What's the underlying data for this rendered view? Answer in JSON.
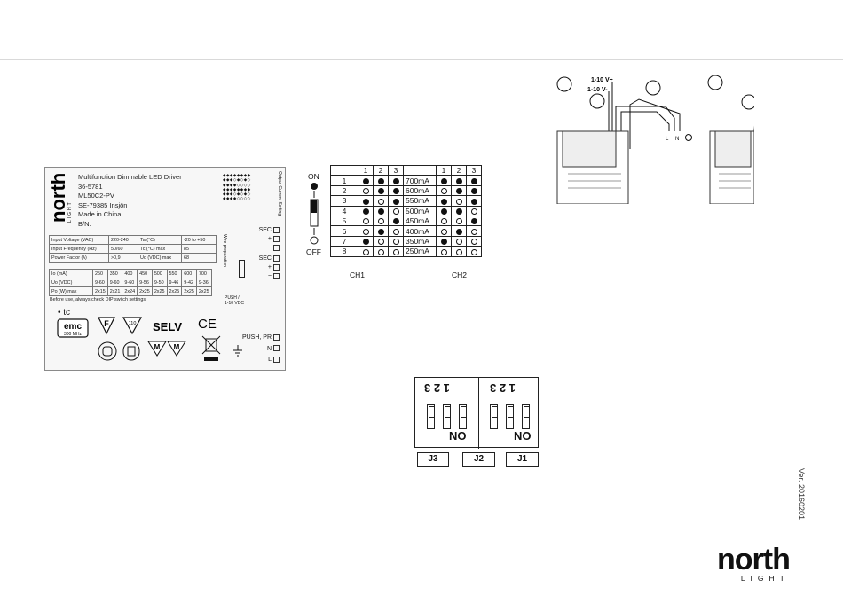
{
  "product": {
    "brand": "north",
    "brand_sub": "LIGHT",
    "title": "Multifunction Dimmable LED Driver",
    "art_no": "36-5781",
    "model": "ML50C2-PV",
    "address": "SE-79385 Insjön",
    "origin": "Made in China",
    "bn": "B/N:",
    "specs": [
      [
        "Input Voltage (VAC)",
        "220-240",
        "Ta (°C)",
        "-20 to +50"
      ],
      [
        "Input Frequency (Hz)",
        "50/60",
        "Tc (°C) max",
        "85"
      ],
      [
        "Power Factor (λ)",
        ">0,9",
        "Uo (VDC) max",
        "68"
      ]
    ],
    "outputs": [
      [
        "Io (mA)",
        "250",
        "350",
        "400",
        "450",
        "500",
        "550",
        "600",
        "700"
      ],
      [
        "Uo (VDC)",
        "9-60",
        "9-60",
        "9-60",
        "9-56",
        "9-50",
        "9-46",
        "9-42",
        "9-36"
      ],
      [
        "Po (W) max",
        "2x15",
        "2x21",
        "2x24",
        "2x25",
        "2x25",
        "2x25",
        "2x25",
        "2x25"
      ]
    ],
    "note": "Before use, always check DIP switch settings.",
    "tc": "tc",
    "emc": "emc",
    "emc_sub": "300 MHz",
    "f_mark": "F",
    "temp_mark": "110",
    "selv": "SELV",
    "ce": "CE",
    "mm": "M",
    "terminals": [
      "SEC",
      "+",
      "−",
      "SEC",
      "+",
      "−",
      "PUSH, PR",
      "N",
      "L"
    ],
    "push_label": "PUSH / 1-10 VDC",
    "ch_labels": [
      "CH2",
      "CH1"
    ],
    "output_setting": "Output Current Setting",
    "wire_prep": "Wire preparation"
  },
  "dip_table": {
    "header_left": [
      "1",
      "2",
      "3"
    ],
    "header_right": [
      "1",
      "2",
      "3"
    ],
    "on_label": "ON",
    "off_label": "OFF",
    "rows": [
      {
        "n": "1",
        "left": [
          1,
          1,
          1
        ],
        "ma": "700mA",
        "right": [
          1,
          1,
          1
        ]
      },
      {
        "n": "2",
        "left": [
          0,
          1,
          1
        ],
        "ma": "600mA",
        "right": [
          0,
          1,
          1
        ]
      },
      {
        "n": "3",
        "left": [
          1,
          0,
          1
        ],
        "ma": "550mA",
        "right": [
          1,
          0,
          1
        ]
      },
      {
        "n": "4",
        "left": [
          1,
          1,
          0
        ],
        "ma": "500mA",
        "right": [
          1,
          1,
          0
        ]
      },
      {
        "n": "5",
        "left": [
          0,
          0,
          1
        ],
        "ma": "450mA",
        "right": [
          0,
          0,
          1
        ]
      },
      {
        "n": "6",
        "left": [
          0,
          1,
          0
        ],
        "ma": "400mA",
        "right": [
          0,
          1,
          0
        ]
      },
      {
        "n": "7",
        "left": [
          1,
          0,
          0
        ],
        "ma": "350mA",
        "right": [
          1,
          0,
          0
        ]
      },
      {
        "n": "8",
        "left": [
          0,
          0,
          0
        ],
        "ma": "250mA",
        "right": [
          0,
          0,
          0
        ]
      }
    ],
    "ch1": "CH1",
    "ch2": "CH2"
  },
  "switch_block": {
    "digits_left": "1 2 3",
    "digits_right": "1 2 3",
    "on_left": "ON",
    "on_right": "ON",
    "j_labels": [
      "J3",
      "J2",
      "J1"
    ]
  },
  "wiring": {
    "v_plus": "1-10 V+",
    "v_minus": "1-10 V-",
    "l": "L",
    "n": "N"
  },
  "version": "Ver. 20160201",
  "footer": {
    "brand": "north",
    "brand_sub": "LIGHT"
  }
}
